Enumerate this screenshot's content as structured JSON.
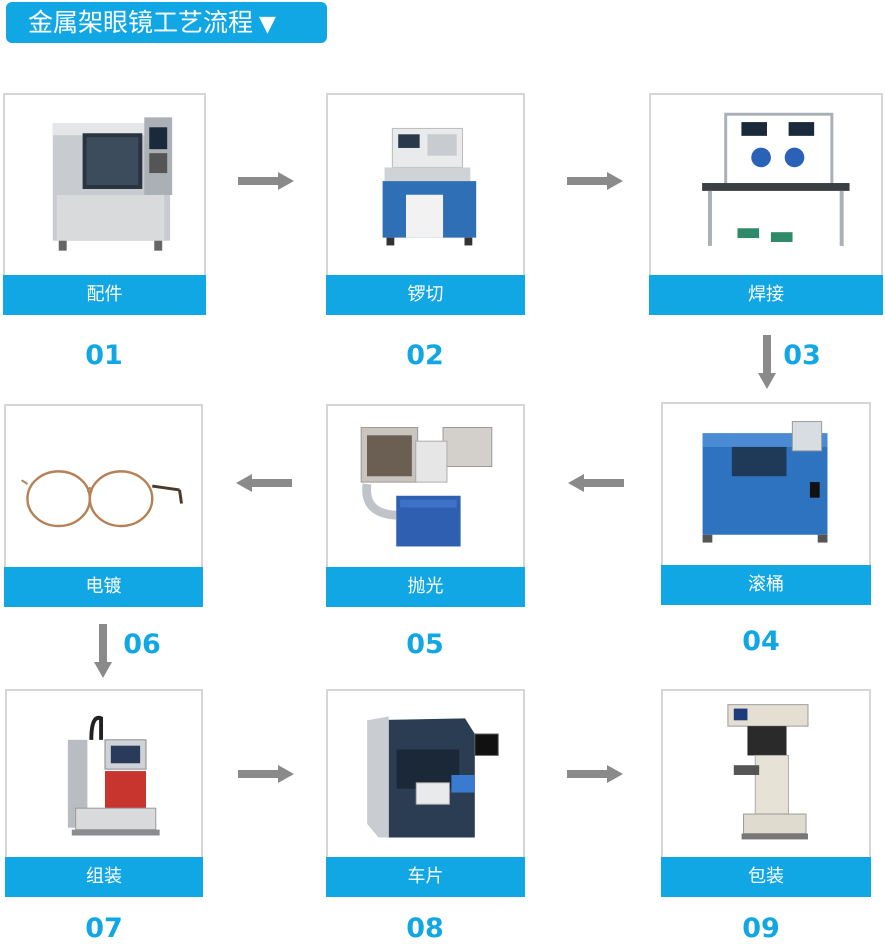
{
  "title": "金属架眼镜工艺流程",
  "title_icon": "▼",
  "steps": [
    {
      "label": "配件",
      "number": "01",
      "icon": "cnc-machine-icon"
    },
    {
      "label": "锣切",
      "number": "02",
      "icon": "milling-machine-icon"
    },
    {
      "label": "焊接",
      "number": "03",
      "icon": "welding-machine-icon"
    },
    {
      "label": "滚桶",
      "number": "04",
      "icon": "tumbling-machine-icon"
    },
    {
      "label": "抛光",
      "number": "05",
      "icon": "polishing-machine-icon"
    },
    {
      "label": "电镀",
      "number": "06",
      "icon": "glasses-frame-icon"
    },
    {
      "label": "组装",
      "number": "07",
      "icon": "assembly-machine-icon"
    },
    {
      "label": "车片",
      "number": "08",
      "icon": "lens-edger-icon"
    },
    {
      "label": "包装",
      "number": "09",
      "icon": "pad-printer-icon"
    }
  ],
  "colors": {
    "accent": "#11a6e4",
    "arrow": "#8a8a8a",
    "border": "#d6d6d6"
  }
}
